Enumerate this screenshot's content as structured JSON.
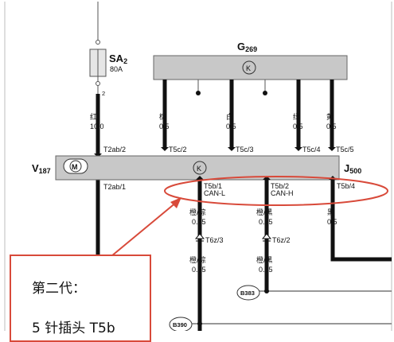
{
  "diagram": {
    "fuse": {
      "label": "SA",
      "sub": "2",
      "rating": "80A",
      "pin": "2"
    },
    "g269": {
      "label": "G",
      "sub": "269",
      "k": "K"
    },
    "v187": {
      "label": "V",
      "sub": "187",
      "motor": "M"
    },
    "j500": {
      "label": "J",
      "sub": "500",
      "k": "K"
    },
    "left_wire": {
      "color": "红",
      "size": "10.0",
      "top_conn": "T2ab/2",
      "bottom_conn": "T2ab/1"
    },
    "upper_wires": [
      {
        "color": "棕",
        "size": "0.5",
        "conn": "T5c/2"
      },
      {
        "color": "白",
        "size": "0.5",
        "conn": "T5c/3"
      },
      {
        "color": "绿",
        "size": "0.5",
        "conn": "T5c/4"
      },
      {
        "color": "黄",
        "size": "0.5",
        "conn": "T5c/5"
      }
    ],
    "lower_conns": [
      {
        "pin": "T5b/1",
        "signal": "CAN-L",
        "color1": "橙/棕",
        "size1": "0.35",
        "t6z": "T6z/3",
        "color2": "橙/棕",
        "size2": "0.35"
      },
      {
        "pin": "T5b/2",
        "signal": "CAN-H",
        "color1": "橙/黑",
        "size1": "0.35",
        "t6z": "T6z/2",
        "color2": "橙/黑",
        "size2": "0.35"
      },
      {
        "pin": "T5b/4",
        "color1": "黑",
        "size1": "0.5"
      }
    ],
    "splices": [
      "B383",
      "B390"
    ]
  },
  "annotation": {
    "line1": "第二代：",
    "line2": "5 针插头 T5b"
  },
  "colors": {
    "highlight": "#d84a3a",
    "box_fill": "#c8c8c8"
  }
}
